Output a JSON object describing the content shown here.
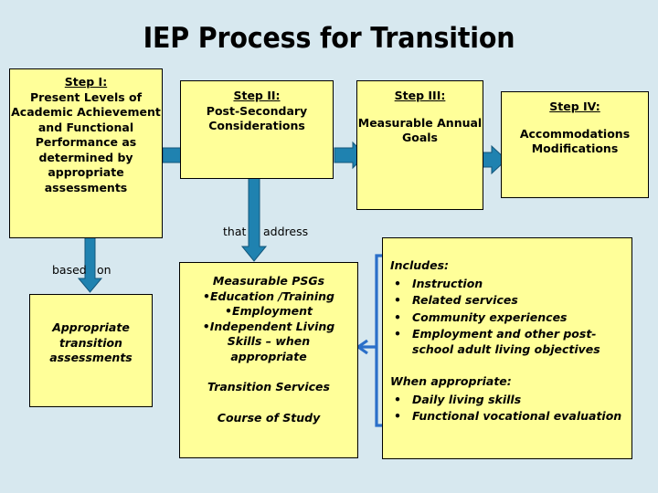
{
  "page": {
    "title": "IEP Process for Transition",
    "background_color": "#d7e8ef",
    "box_fill_color": "#ffff99",
    "box_border_color": "#000000",
    "arrow_color": "#1f82b0",
    "connector_color": "#2a6fc9"
  },
  "steps": {
    "step1": {
      "label": "Step I:",
      "body": "Present Levels of Academic Achievement and Functional Performance as determined by appropriate assessments"
    },
    "step2": {
      "label": "Step II:",
      "body": "Post-Secondary Considerations"
    },
    "step3": {
      "label": "Step III:",
      "body": "Measurable Annual Goals"
    },
    "step4": {
      "label": "Step IV:",
      "body": "Accommodations Modifications"
    }
  },
  "connectors": {
    "that": "that",
    "address": "address",
    "based": "based",
    "on": "on"
  },
  "assessments_box": {
    "line1": "Appropriate",
    "line2": "transition",
    "line3": "assessments"
  },
  "psg_box": {
    "heading": "Measurable PSGs",
    "bullets": [
      "•Education /Training",
      "•Employment",
      "•Independent Living",
      "Skills – when",
      "appropriate"
    ],
    "transition_services": "Transition Services",
    "course_of_study": "Course of Study"
  },
  "includes_box": {
    "includes_heading": "Includes:",
    "includes_items": [
      "Instruction",
      "Related services",
      "Community experiences",
      "Employment and other post-school adult living objectives"
    ],
    "when_appropriate_heading": "When appropriate:",
    "when_appropriate_items": [
      "Daily living skills",
      "Functional vocational evaluation"
    ],
    "bullet_glyph": "•"
  }
}
